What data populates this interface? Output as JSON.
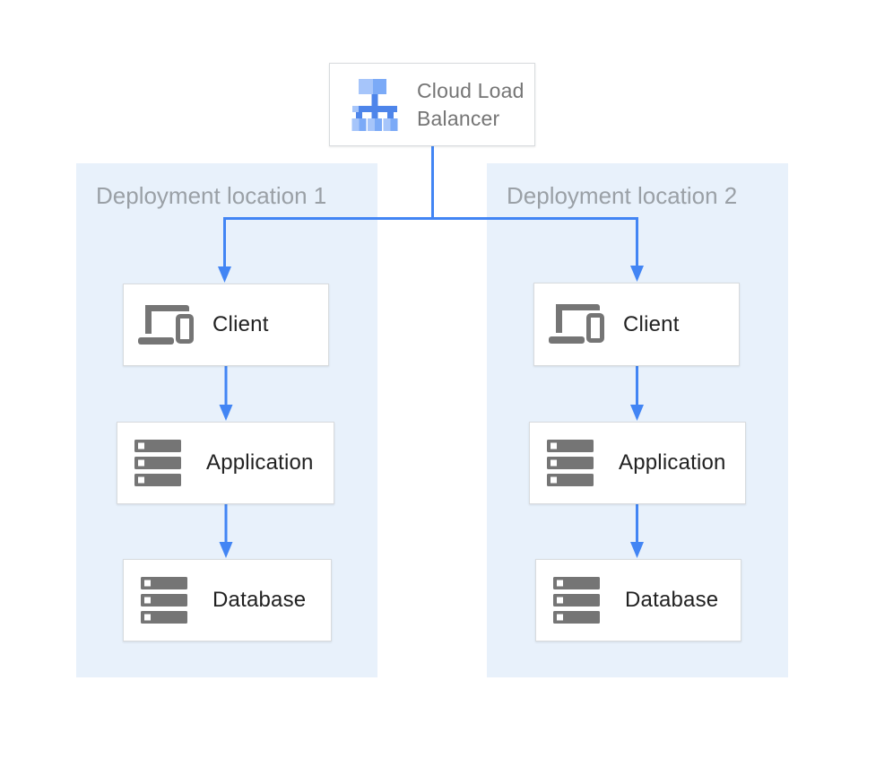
{
  "diagram": {
    "load_balancer": {
      "label": "Cloud Load Balancer",
      "icon": "cloud-load-balancer-icon"
    },
    "panels": [
      {
        "label": "Deployment location 1",
        "nodes": [
          {
            "label": "Client",
            "icon": "client-devices-icon"
          },
          {
            "label": "Application",
            "icon": "server-stack-icon"
          },
          {
            "label": "Database",
            "icon": "server-stack-icon"
          }
        ]
      },
      {
        "label": "Deployment location 2",
        "nodes": [
          {
            "label": "Client",
            "icon": "client-devices-icon"
          },
          {
            "label": "Application",
            "icon": "server-stack-icon"
          },
          {
            "label": "Database",
            "icon": "server-stack-icon"
          }
        ]
      }
    ],
    "colors": {
      "panel_bg": "#E8F1FB",
      "arrow_blue": "#4285F4",
      "node_border": "#D8DBDE",
      "node_text": "#212121",
      "panel_label_gray": "#9AA0A6",
      "lb_label_gray": "#757575",
      "icon_gray": "#757575",
      "lb_icon_light": "#A6C5FA",
      "lb_icon_mid": "#7BAAF7",
      "lb_icon_dark": "#4E85EA"
    }
  }
}
